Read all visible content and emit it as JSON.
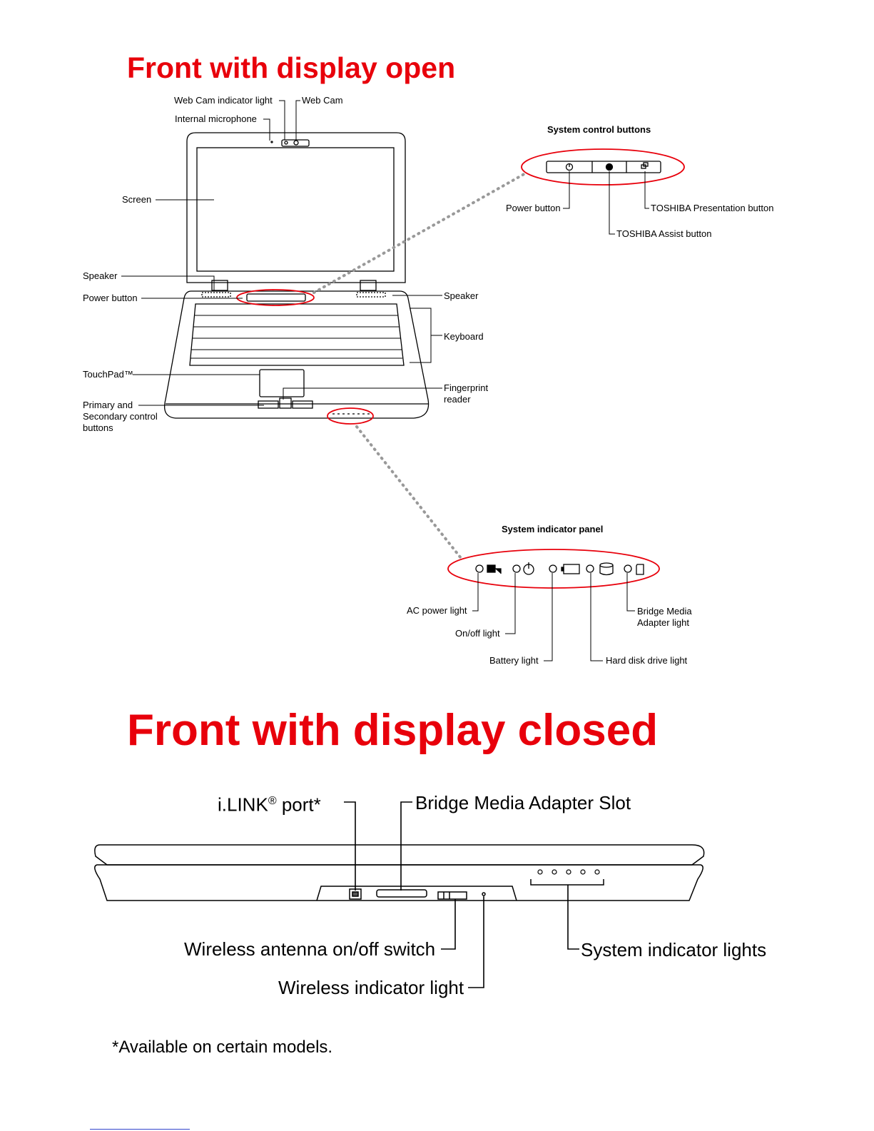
{
  "headings": {
    "open": "Front with display open",
    "closed": "Front with display closed"
  },
  "open_labels": {
    "webcam_light": "Web Cam indicator light",
    "webcam": "Web Cam",
    "microphone": "Internal microphone",
    "screen": "Screen",
    "speaker_left": "Speaker",
    "power_button": "Power button",
    "speaker_right": "Speaker",
    "keyboard": "Keyboard",
    "touchpad": "TouchPad™",
    "primary_secondary": "Primary and Secondary control buttons",
    "fingerprint": "Fingerprint reader"
  },
  "control_panel": {
    "title": "System control buttons",
    "power": "Power button",
    "assist": "TOSHIBA Assist button",
    "presentation": "TOSHIBA Presentation button"
  },
  "indicator_panel": {
    "title": "System indicator panel",
    "ac": "AC power light",
    "onoff": "On/off light",
    "battery": "Battery light",
    "hdd": "Hard disk drive light",
    "bridge": "Bridge Media Adapter light"
  },
  "closed_labels": {
    "ilink": "i.LINK",
    "ilink_reg": "®",
    "ilink_rest": " port*",
    "bridge_slot": "Bridge Media Adapter Slot",
    "wireless_switch": "Wireless antenna on/off switch",
    "wireless_light": "Wireless indicator light",
    "indicator_lights": "System indicator lights"
  },
  "footnote": "*Available on certain models.",
  "colors": {
    "heading": "#e8000b",
    "highlight": "#e8000b",
    "dots": "#999999"
  }
}
